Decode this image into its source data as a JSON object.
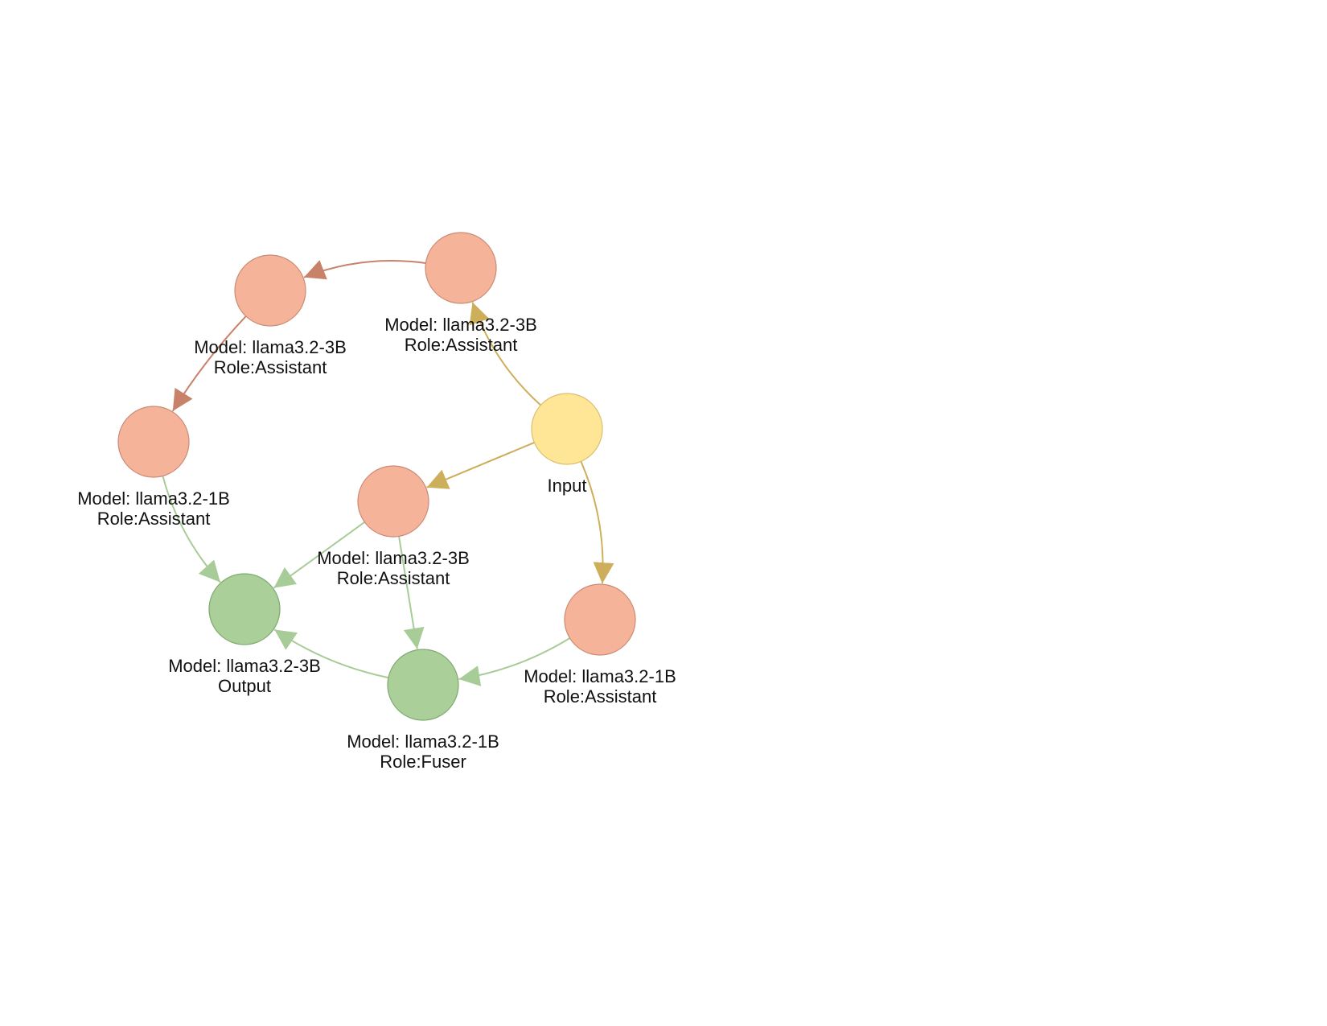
{
  "colors": {
    "input_node": "#FFE596",
    "input_stroke": "#D9BE70",
    "assistant_node": "#F5B399",
    "assistant_stroke": "#C98C75",
    "output_node": "#AACF98",
    "output_stroke": "#7FA872",
    "edge_input": "#CDAE5A",
    "edge_assistant": "#C9826A",
    "edge_output": "#A8CC98"
  },
  "nodes": [
    {
      "id": "input",
      "kind": "input",
      "icon": "circle-node",
      "label_lines": [
        "Input"
      ]
    },
    {
      "id": "a_top",
      "kind": "assistant",
      "icon": "circle-node",
      "label_lines": [
        "Model: llama3.2-3B",
        "Role:Assistant"
      ]
    },
    {
      "id": "a_topleft",
      "kind": "assistant",
      "icon": "circle-node",
      "label_lines": [
        "Model: llama3.2-3B",
        "Role:Assistant"
      ]
    },
    {
      "id": "a_left",
      "kind": "assistant",
      "icon": "circle-node",
      "label_lines": [
        "Model: llama3.2-1B",
        "Role:Assistant"
      ]
    },
    {
      "id": "a_mid",
      "kind": "assistant",
      "icon": "circle-node",
      "label_lines": [
        "Model: llama3.2-3B",
        "Role:Assistant"
      ]
    },
    {
      "id": "a_right",
      "kind": "assistant",
      "icon": "circle-node",
      "label_lines": [
        "Model: llama3.2-1B",
        "Role:Assistant"
      ]
    },
    {
      "id": "fuser",
      "kind": "output",
      "icon": "circle-node",
      "label_lines": [
        "Model: llama3.2-1B",
        "Role:Fuser"
      ]
    },
    {
      "id": "output",
      "kind": "output",
      "icon": "circle-node",
      "label_lines": [
        "Model: llama3.2-3B",
        "Output"
      ]
    }
  ],
  "edges": [
    {
      "from": "input",
      "to": "a_top",
      "kind": "input"
    },
    {
      "from": "input",
      "to": "a_mid",
      "kind": "input"
    },
    {
      "from": "input",
      "to": "a_right",
      "kind": "input"
    },
    {
      "from": "a_top",
      "to": "a_topleft",
      "kind": "assistant"
    },
    {
      "from": "a_topleft",
      "to": "a_left",
      "kind": "assistant"
    },
    {
      "from": "a_left",
      "to": "output",
      "kind": "output"
    },
    {
      "from": "a_mid",
      "to": "output",
      "kind": "output"
    },
    {
      "from": "a_mid",
      "to": "fuser",
      "kind": "output"
    },
    {
      "from": "a_right",
      "to": "fuser",
      "kind": "output"
    },
    {
      "from": "fuser",
      "to": "output",
      "kind": "output"
    }
  ]
}
